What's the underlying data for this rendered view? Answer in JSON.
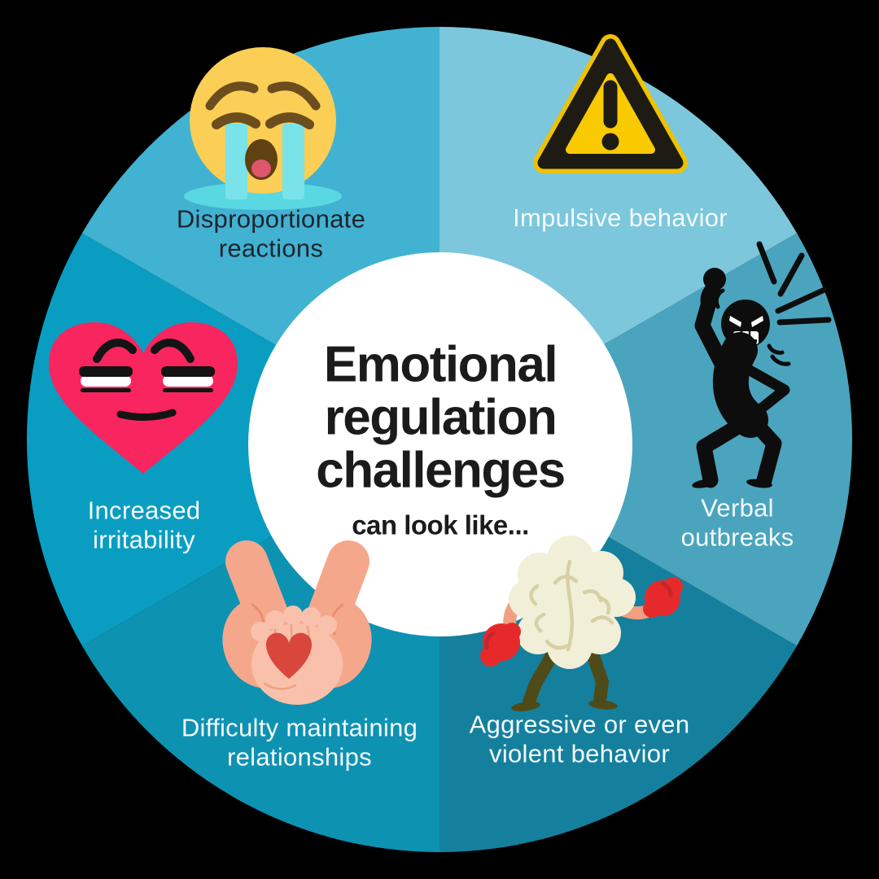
{
  "title": {
    "lines": [
      "Emotional",
      "regulation",
      "challenges"
    ],
    "subtitle": "can look like..."
  },
  "segments": [
    {
      "name": "impulsive-behavior",
      "label": "Impulsive behavior",
      "icon": "warning-icon",
      "wedge_color": "#7cc7db",
      "label_color": "#ffffff"
    },
    {
      "name": "verbal-outbreaks",
      "label": "Verbal\noutbreaks",
      "icon": "angry-person-icon",
      "wedge_color": "#4aa4be",
      "label_color": "#ffffff"
    },
    {
      "name": "aggressive-violent-behavior",
      "label": "Aggressive or even\nviolent behavior",
      "icon": "brain-boxer-icon",
      "wedge_color": "#15809d",
      "label_color": "#ffffff"
    },
    {
      "name": "difficulty-maintaining-relationships",
      "label": "Difficulty maintaining\nrelationships",
      "icon": "hands-heart-icon",
      "wedge_color": "#0d92b2",
      "label_color": "#ffffff"
    },
    {
      "name": "increased-irritability",
      "label": "Increased\nirritability",
      "icon": "irritated-heart-icon",
      "wedge_color": "#0a9dc2",
      "label_color": "#ffffff"
    },
    {
      "name": "disproportionate-reactions",
      "label": "Disproportionate\nreactions",
      "icon": "crying-face-icon",
      "wedge_color": "#41b2d2",
      "label_color": "#20242e"
    }
  ],
  "palette": {
    "background": "#000000",
    "center_circle": "#ffffff",
    "title_text": "#1b1b1b",
    "emoji_yellow": "#fbce55",
    "emoji_feature_brown": "#6b4d1e",
    "tear_cyan": "#79e3e9",
    "puddle_cyan": "#59d8e1",
    "warning_yellow": "#f9ca00",
    "warning_black": "#1d1b13",
    "silhouette_black": "#0d0d0d",
    "heart_pink": "#f8255f",
    "glove_red": "#e62a2c",
    "brain_cream": "#f2efd8",
    "brain_line": "#d6d0a4",
    "skin_salmon": "#f5a78c",
    "skin_light": "#f9c0ab",
    "leg_olive": "#4e4b18",
    "small_heart_red": "#d8463c"
  }
}
